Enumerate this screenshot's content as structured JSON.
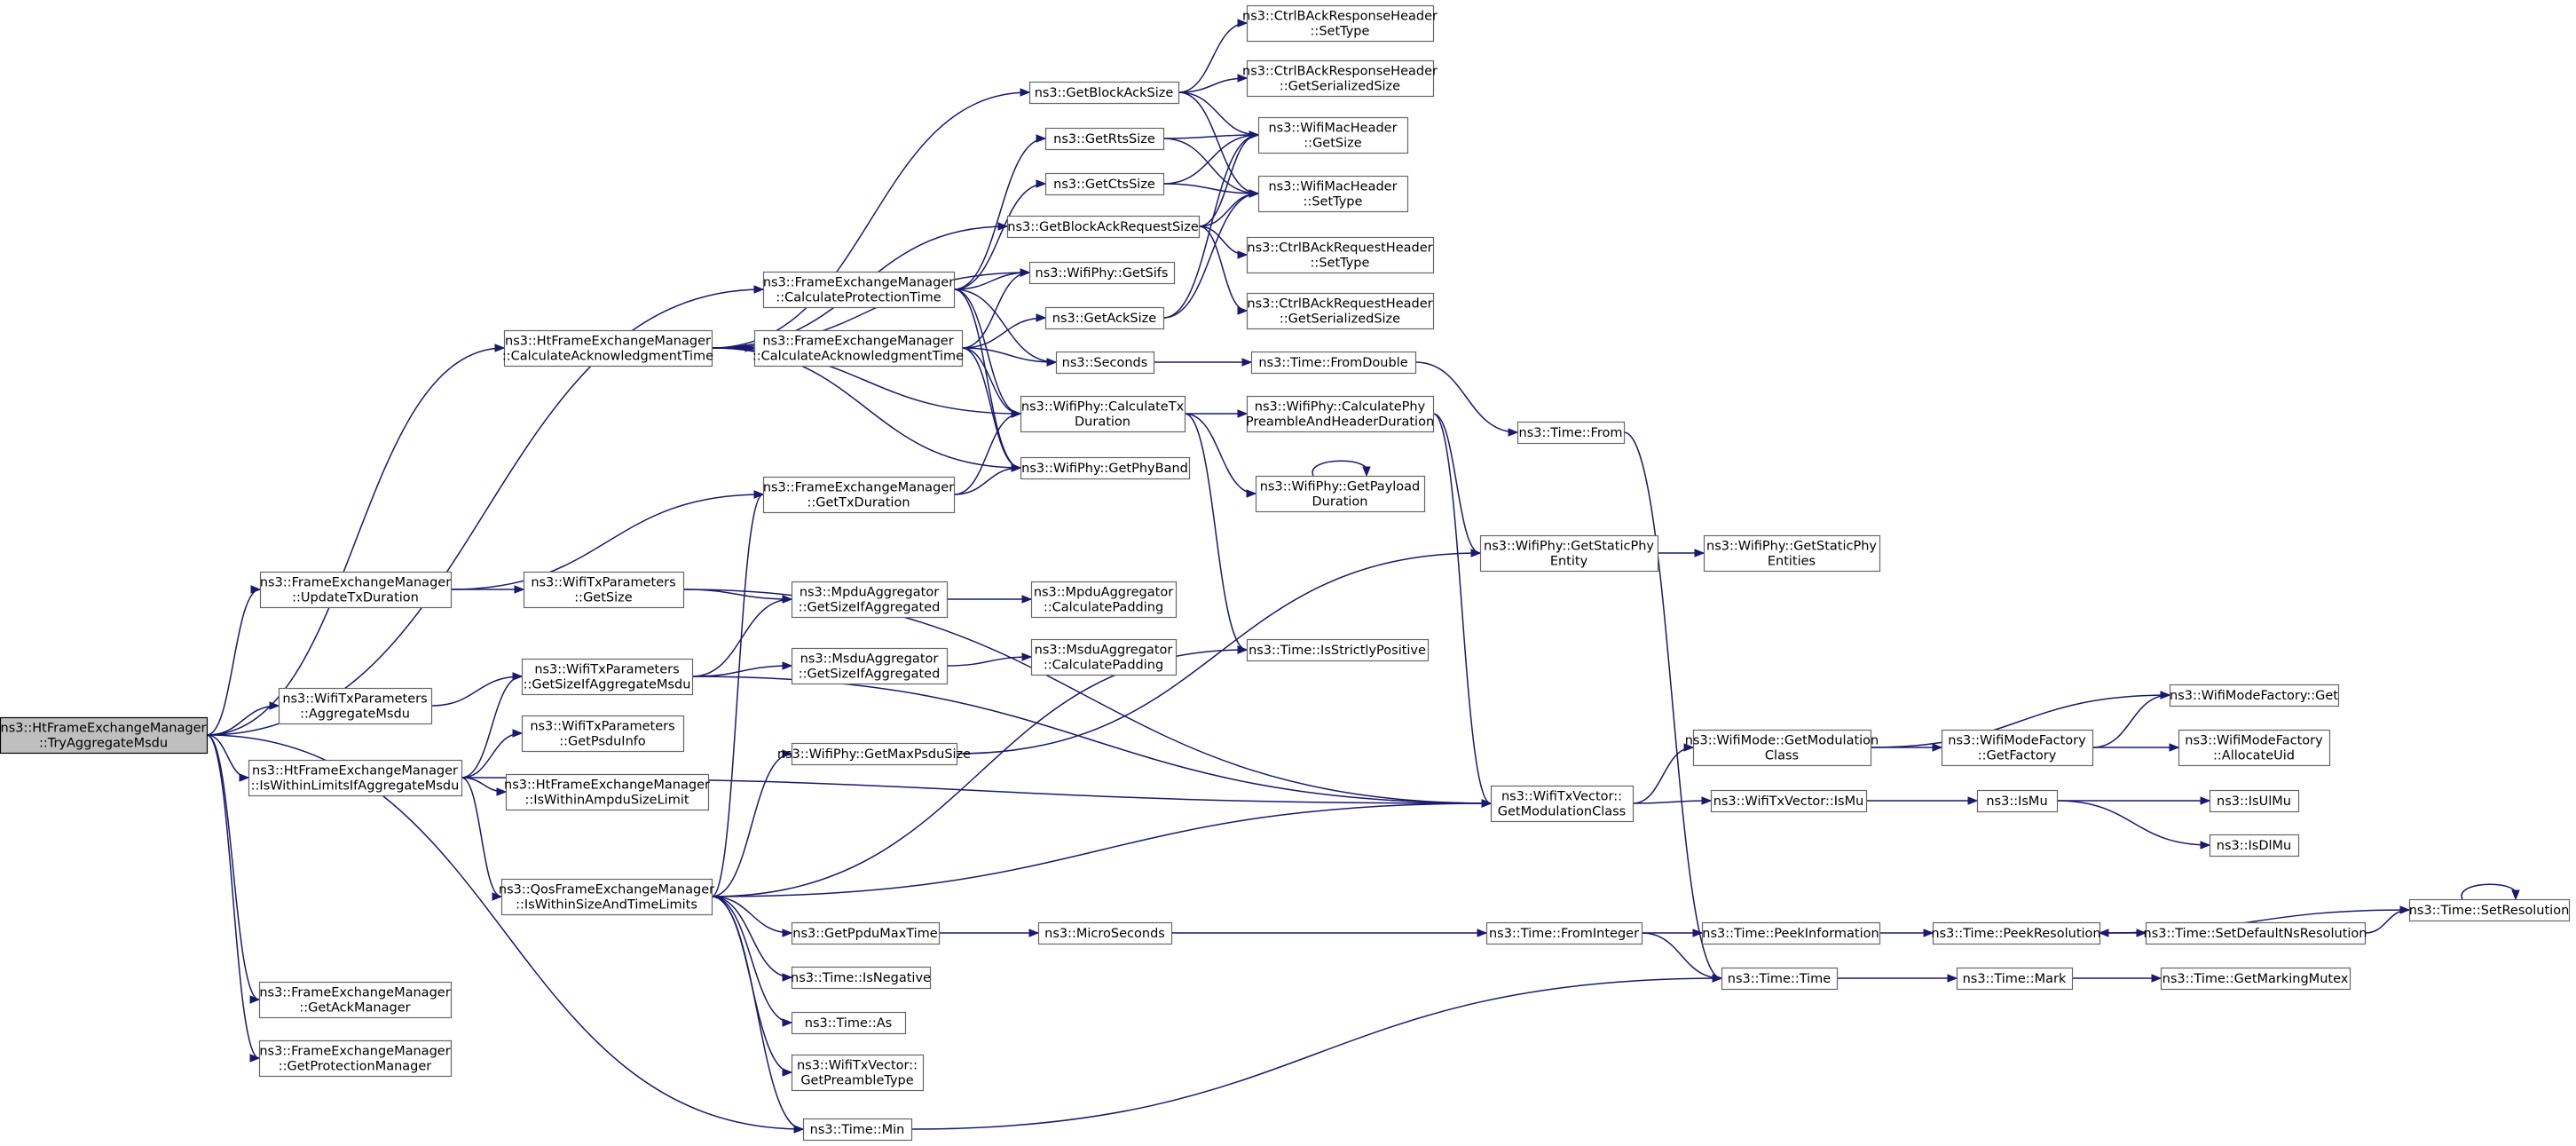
{
  "graph": {
    "colors": {
      "edge": "#191970",
      "root_fill": "#bfbfbf",
      "node_fill": "#ffffff",
      "node_border": "#666666"
    },
    "nodes": [
      {
        "id": "root",
        "lines": [
          "ns3::HtFrameExchangeManager",
          "::TryAggregateMsdu"
        ],
        "root": true
      },
      {
        "id": "htCalcAck",
        "lines": [
          "ns3::HtFrameExchangeManager",
          "::CalculateAcknowledgmentTime"
        ]
      },
      {
        "id": "fmUpdateTx",
        "lines": [
          "ns3::FrameExchangeManager",
          "::UpdateTxDuration"
        ]
      },
      {
        "id": "txAggMsdu",
        "lines": [
          "ns3::WifiTxParameters",
          "::AggregateMsdu"
        ]
      },
      {
        "id": "htWithinLimits",
        "lines": [
          "ns3::HtFrameExchangeManager",
          "::IsWithinLimitsIfAggregateMsdu"
        ]
      },
      {
        "id": "qosWithinSize",
        "lines": [
          "ns3::QosFrameExchangeManager",
          "::IsWithinSizeAndTimeLimits"
        ]
      },
      {
        "id": "fmGetAckMgr",
        "lines": [
          "ns3::FrameExchangeManager",
          "::GetAckManager"
        ]
      },
      {
        "id": "fmGetProtMgr",
        "lines": [
          "ns3::FrameExchangeManager",
          "::GetProtectionManager"
        ]
      },
      {
        "id": "fmCalcProt",
        "lines": [
          "ns3::FrameExchangeManager",
          "::CalculateProtectionTime"
        ]
      },
      {
        "id": "fmCalcAck",
        "lines": [
          "ns3::FrameExchangeManager",
          "::CalculateAcknowledgmentTime"
        ]
      },
      {
        "id": "fmGetTxDur",
        "lines": [
          "ns3::FrameExchangeManager",
          "::GetTxDuration"
        ]
      },
      {
        "id": "txGetSize",
        "lines": [
          "ns3::WifiTxParameters",
          "::GetSize"
        ]
      },
      {
        "id": "txGetSizeIfAgg",
        "lines": [
          "ns3::WifiTxParameters",
          "::GetSizeIfAggregateMsdu"
        ]
      },
      {
        "id": "txGetPsdu",
        "lines": [
          "ns3::WifiTxParameters",
          "::GetPsduInfo"
        ]
      },
      {
        "id": "htIsWithinAmpdu",
        "lines": [
          "ns3::HtFrameExchangeManager",
          "::IsWithinAmpduSizeLimit"
        ]
      },
      {
        "id": "mpduGetSize",
        "lines": [
          "ns3::MpduAggregator",
          "::GetSizeIfAggregated"
        ]
      },
      {
        "id": "msduGetSize",
        "lines": [
          "ns3::MsduAggregator",
          "::GetSizeIfAggregated"
        ]
      },
      {
        "id": "phyGetMaxPsdu",
        "lines": [
          "ns3::WifiPhy::GetMaxPsduSize"
        ]
      },
      {
        "id": "getPpduMax",
        "lines": [
          "ns3::GetPpduMaxTime"
        ]
      },
      {
        "id": "timeIsNeg",
        "lines": [
          "ns3::Time::IsNegative"
        ]
      },
      {
        "id": "timeAs",
        "lines": [
          "ns3::Time::As"
        ]
      },
      {
        "id": "txvGetPreamble",
        "lines": [
          "ns3::WifiTxVector::",
          "GetPreambleType"
        ]
      },
      {
        "id": "timeMin",
        "lines": [
          "ns3::Time::Min"
        ]
      },
      {
        "id": "getBlockAckSize",
        "lines": [
          "ns3::GetBlockAckSize"
        ]
      },
      {
        "id": "getRtsSize",
        "lines": [
          "ns3::GetRtsSize"
        ]
      },
      {
        "id": "getCtsSize",
        "lines": [
          "ns3::GetCtsSize"
        ]
      },
      {
        "id": "getBlockAckReqSize",
        "lines": [
          "ns3::GetBlockAckRequestSize"
        ]
      },
      {
        "id": "phyGetSifs",
        "lines": [
          "ns3::WifiPhy::GetSifs"
        ]
      },
      {
        "id": "getAckSize",
        "lines": [
          "ns3::GetAckSize"
        ]
      },
      {
        "id": "seconds",
        "lines": [
          "ns3::Seconds"
        ]
      },
      {
        "id": "phyCalcTx",
        "lines": [
          "ns3::WifiPhy::CalculateTx",
          "Duration"
        ]
      },
      {
        "id": "phyGetBand",
        "lines": [
          "ns3::WifiPhy::GetPhyBand"
        ]
      },
      {
        "id": "mpduPad",
        "lines": [
          "ns3::MpduAggregator",
          "::CalculatePadding"
        ]
      },
      {
        "id": "msduPad",
        "lines": [
          "ns3::MsduAggregator",
          "::CalculatePadding"
        ]
      },
      {
        "id": "microSeconds",
        "lines": [
          "ns3::MicroSeconds"
        ]
      },
      {
        "id": "baRespSetType",
        "lines": [
          "ns3::CtrlBAckResponseHeader",
          "::SetType"
        ]
      },
      {
        "id": "baRespSerSize",
        "lines": [
          "ns3::CtrlBAckResponseHeader",
          "::GetSerializedSize"
        ]
      },
      {
        "id": "macGetSize",
        "lines": [
          "ns3::WifiMacHeader",
          "::GetSize"
        ]
      },
      {
        "id": "macSetType",
        "lines": [
          "ns3::WifiMacHeader",
          "::SetType"
        ]
      },
      {
        "id": "baReqSetType",
        "lines": [
          "ns3::CtrlBAckRequestHeader",
          "::SetType"
        ]
      },
      {
        "id": "baReqSerSize",
        "lines": [
          "ns3::CtrlBAckRequestHeader",
          "::GetSerializedSize"
        ]
      },
      {
        "id": "timeFromDouble",
        "lines": [
          "ns3::Time::FromDouble"
        ]
      },
      {
        "id": "phyCalcPreamble",
        "lines": [
          "ns3::WifiPhy::CalculatePhy",
          "PreambleAndHeaderDuration"
        ]
      },
      {
        "id": "phyGetPayload",
        "lines": [
          "ns3::WifiPhy::GetPayload",
          "Duration"
        ]
      },
      {
        "id": "timeIsStrictPos",
        "lines": [
          "ns3::Time::IsStrictlyPositive"
        ]
      },
      {
        "id": "timeFrom",
        "lines": [
          "ns3::Time::From"
        ]
      },
      {
        "id": "phyGetStatic",
        "lines": [
          "ns3::WifiPhy::GetStaticPhy",
          "Entity"
        ]
      },
      {
        "id": "txvGetModClass",
        "lines": [
          "ns3::WifiTxVector::",
          "GetModulationClass"
        ]
      },
      {
        "id": "timeFromInteger",
        "lines": [
          "ns3::Time::FromInteger"
        ]
      },
      {
        "id": "phyGetStaticEntities",
        "lines": [
          "ns3::WifiPhy::GetStaticPhy",
          "Entities"
        ]
      },
      {
        "id": "modeGetModClass",
        "lines": [
          "ns3::WifiMode::GetModulation",
          "Class"
        ]
      },
      {
        "id": "txvIsMu",
        "lines": [
          "ns3::WifiTxVector::IsMu"
        ]
      },
      {
        "id": "timePeekInfo",
        "lines": [
          "ns3::Time::PeekInformation"
        ]
      },
      {
        "id": "timeTime",
        "lines": [
          "ns3::Time::Time"
        ]
      },
      {
        "id": "modeFactoryGetFactory",
        "lines": [
          "ns3::WifiModeFactory",
          "::GetFactory"
        ]
      },
      {
        "id": "isMu",
        "lines": [
          "ns3::IsMu"
        ]
      },
      {
        "id": "timePeekRes",
        "lines": [
          "ns3::Time::PeekResolution"
        ]
      },
      {
        "id": "timeMark",
        "lines": [
          "ns3::Time::Mark"
        ]
      },
      {
        "id": "modeFactoryGet",
        "lines": [
          "ns3::WifiModeFactory::Get"
        ]
      },
      {
        "id": "modeFactoryAllocUid",
        "lines": [
          "ns3::WifiModeFactory",
          "::AllocateUid"
        ]
      },
      {
        "id": "isUlMu",
        "lines": [
          "ns3::IsUlMu"
        ]
      },
      {
        "id": "isDlMu",
        "lines": [
          "ns3::IsDlMu"
        ]
      },
      {
        "id": "timeSetDefaultNs",
        "lines": [
          "ns3::Time::SetDefaultNsResolution"
        ]
      },
      {
        "id": "timeGetMarkingMutex",
        "lines": [
          "ns3::Time::GetMarkingMutex"
        ]
      },
      {
        "id": "timeSetRes",
        "lines": [
          "ns3::Time::SetResolution"
        ]
      }
    ],
    "edges": [
      [
        "root",
        "htCalcAck"
      ],
      [
        "root",
        "fmCalcProt"
      ],
      [
        "root",
        "fmUpdateTx"
      ],
      [
        "root",
        "txAggMsdu"
      ],
      [
        "root",
        "htWithinLimits"
      ],
      [
        "root",
        "fmGetAckMgr"
      ],
      [
        "root",
        "fmGetProtMgr"
      ],
      [
        "root",
        "timeMin"
      ],
      [
        "htCalcAck",
        "getBlockAckSize"
      ],
      [
        "htCalcAck",
        "getBlockAckReqSize"
      ],
      [
        "htCalcAck",
        "phyGetSifs"
      ],
      [
        "htCalcAck",
        "fmCalcAck"
      ],
      [
        "htCalcAck",
        "phyCalcTx"
      ],
      [
        "htCalcAck",
        "phyGetBand"
      ],
      [
        "fmCalcProt",
        "getRtsSize"
      ],
      [
        "fmCalcProt",
        "getCtsSize"
      ],
      [
        "fmCalcProt",
        "phyGetSifs"
      ],
      [
        "fmCalcProt",
        "seconds"
      ],
      [
        "fmCalcProt",
        "phyCalcTx"
      ],
      [
        "fmCalcProt",
        "phyGetBand"
      ],
      [
        "fmCalcAck",
        "getAckSize"
      ],
      [
        "fmCalcAck",
        "phyGetSifs"
      ],
      [
        "fmCalcAck",
        "seconds"
      ],
      [
        "fmCalcAck",
        "phyCalcTx"
      ],
      [
        "fmCalcAck",
        "phyGetBand"
      ],
      [
        "fmUpdateTx",
        "fmGetTxDur"
      ],
      [
        "fmUpdateTx",
        "txGetSize"
      ],
      [
        "fmGetTxDur",
        "phyCalcTx"
      ],
      [
        "fmGetTxDur",
        "phyGetBand"
      ],
      [
        "txGetSize",
        "mpduGetSize"
      ],
      [
        "txGetSize",
        "txvGetModClass"
      ],
      [
        "txAggMsdu",
        "txGetSizeIfAgg"
      ],
      [
        "txGetSizeIfAgg",
        "mpduGetSize"
      ],
      [
        "txGetSizeIfAgg",
        "msduGetSize"
      ],
      [
        "txGetSizeIfAgg",
        "txvGetModClass"
      ],
      [
        "htWithinLimits",
        "txGetSizeIfAgg"
      ],
      [
        "htWithinLimits",
        "txGetPsdu"
      ],
      [
        "htWithinLimits",
        "htIsWithinAmpdu"
      ],
      [
        "htWithinLimits",
        "qosWithinSize"
      ],
      [
        "htWithinLimits",
        "txvGetModClass"
      ],
      [
        "qosWithinSize",
        "fmGetTxDur"
      ],
      [
        "qosWithinSize",
        "timeIsStrictPos"
      ],
      [
        "qosWithinSize",
        "phyGetMaxPsdu"
      ],
      [
        "qosWithinSize",
        "txvGetModClass"
      ],
      [
        "qosWithinSize",
        "getPpduMax"
      ],
      [
        "qosWithinSize",
        "timeIsNeg"
      ],
      [
        "qosWithinSize",
        "timeAs"
      ],
      [
        "qosWithinSize",
        "txvGetPreamble"
      ],
      [
        "qosWithinSize",
        "timeMin"
      ],
      [
        "mpduGetSize",
        "mpduPad"
      ],
      [
        "msduGetSize",
        "msduPad"
      ],
      [
        "phyGetMaxPsdu",
        "phyGetStatic"
      ],
      [
        "getPpduMax",
        "microSeconds"
      ],
      [
        "microSeconds",
        "timeFromInteger"
      ],
      [
        "timeMin",
        "timeTime"
      ],
      [
        "getBlockAckSize",
        "baRespSetType"
      ],
      [
        "getBlockAckSize",
        "baRespSerSize"
      ],
      [
        "getBlockAckSize",
        "macGetSize"
      ],
      [
        "getBlockAckSize",
        "macSetType"
      ],
      [
        "getRtsSize",
        "macGetSize"
      ],
      [
        "getRtsSize",
        "macSetType"
      ],
      [
        "getCtsSize",
        "macGetSize"
      ],
      [
        "getCtsSize",
        "macSetType"
      ],
      [
        "getBlockAckReqSize",
        "macGetSize"
      ],
      [
        "getBlockAckReqSize",
        "macSetType"
      ],
      [
        "getBlockAckReqSize",
        "baReqSetType"
      ],
      [
        "getBlockAckReqSize",
        "baReqSerSize"
      ],
      [
        "getAckSize",
        "macGetSize"
      ],
      [
        "getAckSize",
        "macSetType"
      ],
      [
        "seconds",
        "timeFromDouble"
      ],
      [
        "timeFromDouble",
        "timeFrom"
      ],
      [
        "timeFrom",
        "timeTime"
      ],
      [
        "phyCalcTx",
        "phyCalcPreamble"
      ],
      [
        "phyCalcTx",
        "phyGetPayload"
      ],
      [
        "phyCalcTx",
        "timeIsStrictPos"
      ],
      [
        "phyCalcPreamble",
        "phyGetStatic"
      ],
      [
        "phyCalcPreamble",
        "txvGetModClass"
      ],
      [
        "phyGetPayload",
        "phyGetPayload"
      ],
      [
        "phyGetStatic",
        "phyGetStaticEntities"
      ],
      [
        "txvGetModClass",
        "modeGetModClass"
      ],
      [
        "txvGetModClass",
        "txvIsMu"
      ],
      [
        "modeGetModClass",
        "modeFactoryGet"
      ],
      [
        "modeGetModClass",
        "modeFactoryGetFactory"
      ],
      [
        "modeFactoryGetFactory",
        "modeFactoryGet"
      ],
      [
        "modeFactoryGetFactory",
        "modeFactoryAllocUid"
      ],
      [
        "txvIsMu",
        "isMu"
      ],
      [
        "isMu",
        "isUlMu"
      ],
      [
        "isMu",
        "isDlMu"
      ],
      [
        "timeFromInteger",
        "timePeekInfo"
      ],
      [
        "timeFromInteger",
        "timeTime"
      ],
      [
        "timePeekInfo",
        "timePeekRes"
      ],
      [
        "timeTime",
        "timeMark"
      ],
      [
        "timeMark",
        "timeGetMarkingMutex"
      ],
      [
        "timePeekRes",
        "timeSetDefaultNs"
      ],
      [
        "timeSetDefaultNs",
        "timeSetRes"
      ],
      [
        "timeSetRes",
        "timePeekRes"
      ],
      [
        "timeSetRes",
        "timeSetRes"
      ]
    ]
  }
}
